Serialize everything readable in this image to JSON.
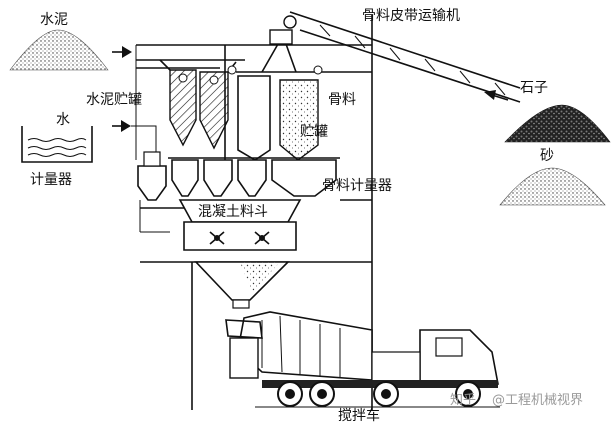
{
  "labels": {
    "cement": "水泥",
    "cement_silo": "水泥贮罐",
    "water": "水",
    "meter": "计量器",
    "conveyor": "骨料皮带运输机",
    "stone": "石子",
    "sand": "砂",
    "aggregate": "骨料",
    "aggregate_silo": "贮罐",
    "aggregate_meter": "骨料计量器",
    "hopper": "混凝土料斗",
    "truck": "搅拌车"
  },
  "watermark": {
    "site": "知乎",
    "author": "@工程机械视界"
  }
}
